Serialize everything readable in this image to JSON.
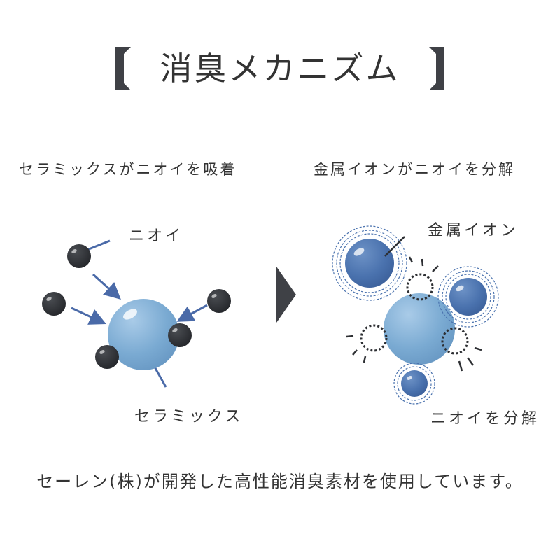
{
  "title": {
    "text": "消臭メカニズム"
  },
  "left_panel": {
    "caption": "セラミックスがニオイを吸着",
    "odor_label": "ニオイ",
    "ceramic_label": "セラミックス"
  },
  "right_panel": {
    "caption": "金属イオンがニオイを分解",
    "ion_label": "金属イオン",
    "decompose_label": "ニオイを分解"
  },
  "footer": {
    "text": "セーレン(株)が開発した高性能消臭素材を使用しています。"
  },
  "colors": {
    "text": "#333333",
    "ceramic_blue": "#7aaad2",
    "ion_blue": "#4a72ae",
    "arrow_blue": "#4a6aa8",
    "odor_dark": "#2d2f33",
    "step_arrow": "#3f4146"
  }
}
